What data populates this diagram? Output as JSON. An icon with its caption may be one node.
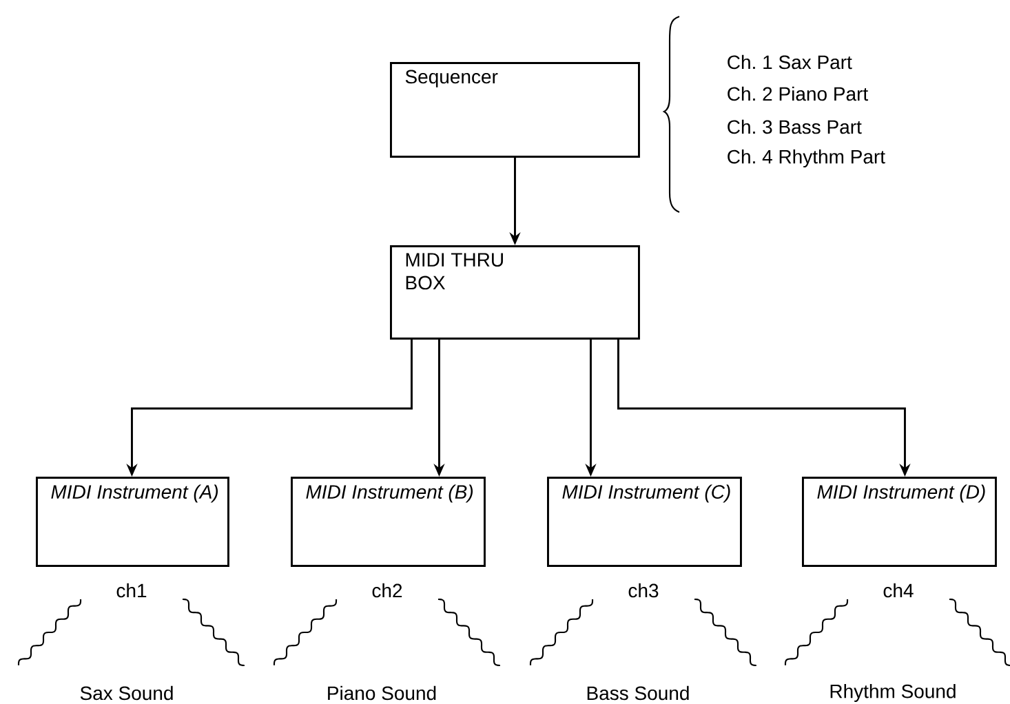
{
  "diagram": {
    "nodes": [
      {
        "text": [
          "Sequencer"
        ]
      },
      {
        "text": [
          "MIDI THRU BOX"
        ]
      },
      {
        "text": [
          "MIDI Instrument (A)"
        ],
        "beside": [
          "ch1"
        ]
      },
      {
        "text": [
          "MIDI Instrument (B)"
        ],
        "beside": [
          "ch2"
        ]
      },
      {
        "text": [
          "MIDI Instrument (C)"
        ],
        "beside": [
          "ch3"
        ]
      },
      {
        "text": [
          "MIDI Instrument (D)"
        ],
        "beside": [
          "ch4"
        ]
      }
    ],
    "edges": [
      {
        "from": 0,
        "to": 1,
        "arrow": "to"
      },
      {
        "from": 1,
        "to": 2,
        "arrow": "to"
      },
      {
        "from": 1,
        "to": 3,
        "arrow": "to"
      },
      {
        "from": 1,
        "to": 4,
        "arrow": "to"
      },
      {
        "from": 1,
        "to": 5,
        "arrow": "to"
      }
    ],
    "labels": [
      "Ch. 1 Sax Part",
      "Ch. 2 Piano Part",
      "Ch. 3 Bass Part",
      "Ch. 4 Rhythm Part",
      "Sax Sound",
      "Piano Sound",
      "Bass Sound",
      "Rhythm Sound"
    ]
  }
}
